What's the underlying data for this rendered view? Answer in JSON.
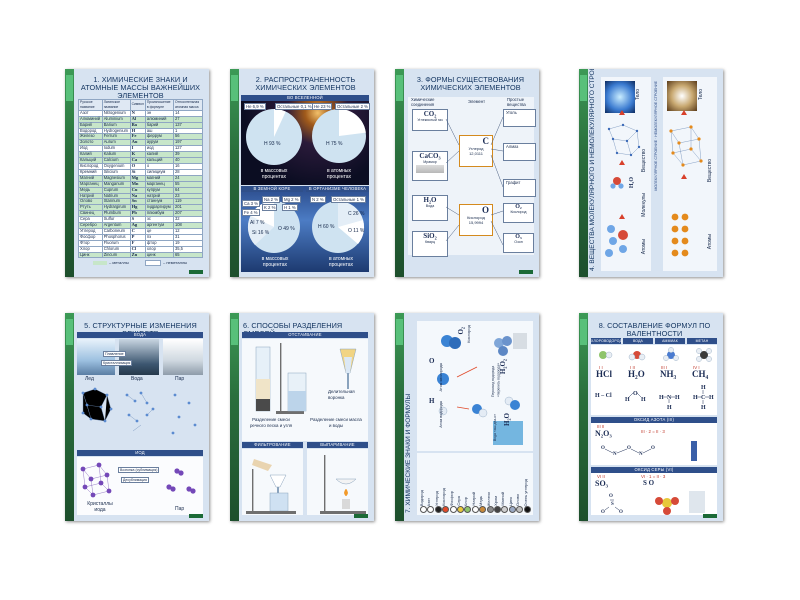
{
  "posters": [
    {
      "title": "1. ХИМИЧЕСКИЕ ЗНАКИ И АТОМНЫЕ МАССЫ ВАЖНЕЙШИХ ЭЛЕМЕНТОВ",
      "columns": [
        "Русское название",
        "Латинское название",
        "Символ",
        "Произношение в формуле",
        "Относительная атомная масса"
      ],
      "rows": [
        [
          "Азот",
          "Nitrogenium",
          "N",
          "эн",
          "14"
        ],
        [
          "Алюминий",
          "Aluminium",
          "Al",
          "алюминий",
          "27"
        ],
        [
          "Барий",
          "Barium",
          "Ba",
          "барий",
          "137"
        ],
        [
          "Водород",
          "Hydrogenium",
          "H",
          "аш",
          "1"
        ],
        [
          "Железо",
          "Ferrum",
          "Fe",
          "феррум",
          "56"
        ],
        [
          "Золото",
          "Aurum",
          "Au",
          "аурум",
          "197"
        ],
        [
          "Иод",
          "Iodum",
          "I",
          "иод",
          "127"
        ],
        [
          "Калий",
          "Kalium",
          "K",
          "калий",
          "39"
        ],
        [
          "Кальций",
          "Calcium",
          "Ca",
          "кальций",
          "40"
        ],
        [
          "Кислород",
          "Oxygenium",
          "O",
          "о",
          "16"
        ],
        [
          "Кремний",
          "Silicium",
          "Si",
          "силициум",
          "28"
        ],
        [
          "Магний",
          "Magnesium",
          "Mg",
          "магний",
          "24"
        ],
        [
          "Марганец",
          "Manganum",
          "Mn",
          "марганец",
          "55"
        ],
        [
          "Медь",
          "Cuprum",
          "Cu",
          "купрум",
          "64"
        ],
        [
          "Натрий",
          "Natrium",
          "Na",
          "натрий",
          "23"
        ],
        [
          "Олово",
          "Stannum",
          "Sn",
          "станнум",
          "119"
        ],
        [
          "Ртуть",
          "Hydrargirum",
          "Hg",
          "гидраргирум",
          "201"
        ],
        [
          "Свинец",
          "Plumbum",
          "Pb",
          "плюмбум",
          "207"
        ],
        [
          "Сера",
          "Sulfur",
          "S",
          "эс",
          "32"
        ],
        [
          "Серебро",
          "Argentum",
          "Ag",
          "аргентум",
          "108"
        ],
        [
          "Углерод",
          "Carboneum",
          "C",
          "це",
          "12"
        ],
        [
          "Фосфор",
          "Phosphorus",
          "P",
          "пэ",
          "31"
        ],
        [
          "Фтор",
          "Fluorum",
          "F",
          "фтор",
          "19"
        ],
        [
          "Хлор",
          "Chlorum",
          "Cl",
          "хлор",
          "35,5"
        ],
        [
          "Цинк",
          "Zincum",
          "Zn",
          "цинк",
          "65"
        ]
      ],
      "legend_metals": "– металлы",
      "legend_nonmetals": "– неметаллы"
    },
    {
      "title": "2. РАСПРОСТРАНЕННОСТЬ ХИМИЧЕСКИХ ЭЛЕМЕНТОВ",
      "sec_universe": "ВО ВСЕЛЕННОЙ",
      "sec_crust": "В ЗЕМНОЙ КОРЕ",
      "sec_human": "В ОРГАНИЗМЕ ЧЕЛОВЕКА",
      "u1_he": "He 6,9 %",
      "u1_other": "Остальные 0,1 %",
      "u1_h": "H 93 %",
      "u2_he": "He 23 %",
      "u2_other": "Остальные 2 %",
      "u2_h": "H 75 %",
      "cap_mass": "в массовых процентах",
      "cap_atom": "в атомных процентах",
      "c_ca": "Ca 3 %",
      "c_na": "Na 2 %",
      "c_mg": "Mg 2 %",
      "c_k": "K 2 %",
      "c_h": "H 1 %",
      "c_fe": "Fe 4 %",
      "c_al": "Al 7 %",
      "c_si": "Si 16 %",
      "c_o": "O 49 %",
      "h_n": "N 2 %",
      "h_other": "Остальные 1 %",
      "h_c": "C 26 %",
      "h_h": "H 60 %",
      "h_o": "O 11 %"
    },
    {
      "title": "3. ФОРМЫ СУЩЕСТВОВАНИЯ ХИМИЧЕСКИХ ЭЛЕМЕНТОВ",
      "h_compounds": "Химические соединения",
      "h_element": "Элемент",
      "h_simple": "Простые вещества",
      "co2": "CO₂",
      "co2_name": "Углекислый газ",
      "caco3": "CaCO₃",
      "caco3_name": "Мрамор",
      "h2o": "H₂O",
      "h2o_name": "Вода",
      "sio2": "SiO₂",
      "sio2_name": "Кварц",
      "c_sym": "C",
      "c_name": "Углерод",
      "c_mass": "12,0111",
      "o_sym": "O",
      "o_name": "Кислород",
      "o_mass": "15,9994",
      "coal": "Уголь",
      "diamond": "Алмаз",
      "graphite": "Графит",
      "o2": "O₂",
      "o2_name": "Кислород",
      "o3": "O₃",
      "o3_name": "Озон"
    },
    {
      "title": "4. ВЕЩЕСТВА МОЛЕКУЛЯРНОГО И НЕМОЛЕКУЛЯРНОГО СТРОЕНИЯ",
      "sub": "МОЛЕКУЛЯРНОЕ СТРОЕНИЕ · НЕМОЛЕКУЛЯРНОЕ СТРОЕНИЕ",
      "body_l": "Тело",
      "body_r": "Тело",
      "substance_l": "Вещество",
      "substance_r": "Вещество",
      "molecules": "Молекулы",
      "atoms_l": "Атомы",
      "atoms_r": "Атомы",
      "formula": "H₂O"
    },
    {
      "title": "5. СТРУКТУРНЫЕ ИЗМЕНЕНИЯ ВЕЩЕСТВ",
      "sub_water": "ВОДА",
      "sub_iodine": "ИОД",
      "ice": "Лед",
      "water": "Вода",
      "steam": "Пар",
      "melt": "Плавление",
      "cryst": "Кристаллизация",
      "sublim": "Возгонка (сублимация)",
      "desublim": "Десублимация",
      "iodine_cryst": "Кристаллы иода",
      "iodine_vapor": "Пар"
    },
    {
      "title": "6. СПОСОБЫ РАЗДЕЛЕНИЯ СМЕСЕЙ",
      "sub_settle": "ОТСТАИВАНИЕ",
      "sub_filter": "ФИЛЬТРОВАНИЕ",
      "sub_evap": "ВЫПАРИВАНИЕ",
      "funnel": "Делительная воронка",
      "sep1": "Разделение смеси речного песка и угля",
      "sep2": "Разделение смеси масла и воды"
    },
    {
      "title": "7. ХИМИЧЕСКИЕ ЗНАКИ И ФОРМУЛЫ",
      "label_o": "Атом кислорода",
      "label_h": "Атом водорода",
      "label_h2o2": "Пероксид водорода «перекись водорода»",
      "label_water": "Вода «аш-два-о»",
      "o2": "O₂",
      "o2_name": "Кислород",
      "h2o": "H₂O",
      "h2o2": "H₂O₂",
      "o_sym": "O",
      "h_sym": "H",
      "legend": [
        "Водород",
        "Азот",
        "Углерод",
        "Кислород",
        "Фосфор",
        "Сера",
        "Хлор",
        "Натрий",
        "Медь",
        "Железо",
        "Хром",
        "Магний",
        "Цинк",
        "Олово",
        "Очень углерод"
      ]
    },
    {
      "title": "8. СОСТАВЛЕНИЕ ФОРМУЛ ПО ВАЛЕНТНОСТИ",
      "cols": [
        "ХЛОРОВОДОРОД",
        "ВОДА",
        "АММИАК",
        "МЕТАН"
      ],
      "val_hcl": "I  I",
      "hcl": "HCl",
      "val_h2o": "I  II",
      "h2o": "H₂O",
      "val_nh3": "III  I",
      "nh3": "NH₃",
      "val_ch4": "IV  I",
      "ch4": "CH₄",
      "hcl_struct": "H – Cl",
      "sub_n2o3": "ОКСИД АЗОТА (III)",
      "val_n2o3": "III  II",
      "n2o3": "N₂O₃",
      "lcm": "III · 2 = II · 3",
      "sub_so3": "ОКСИД СЕРЫ (VI)",
      "val_so3": "VI  II",
      "so3": "SO₃",
      "lcm2": "VI · 1 = II · 3",
      "so_label": "S  O"
    }
  ]
}
